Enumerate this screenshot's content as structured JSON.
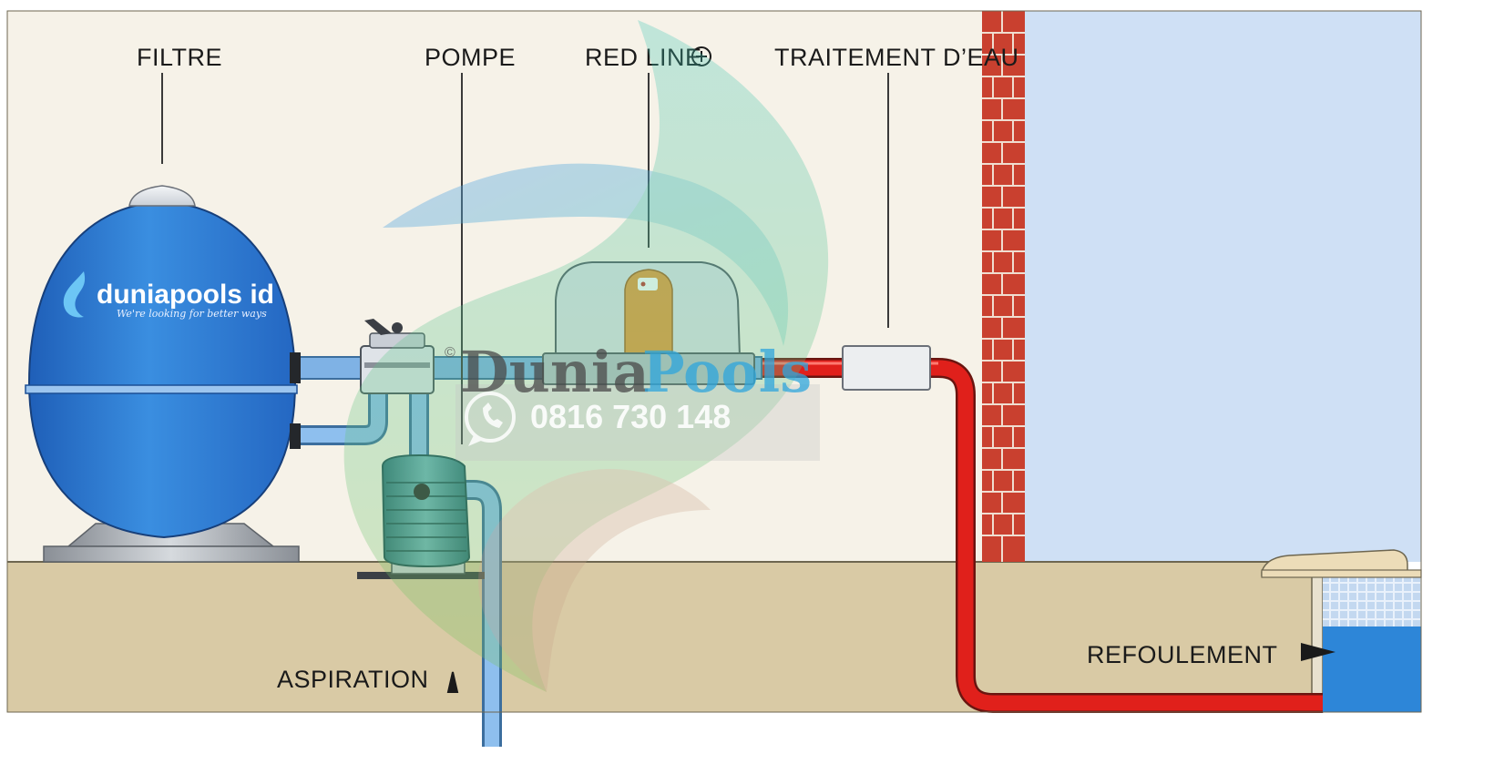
{
  "labels": {
    "filter": "FILTRE",
    "pump": "POMPE",
    "red_line": "RED LINE",
    "water_treatment": "TRAITEMENT D’EAU",
    "suction": "ASPIRATION",
    "discharge": "REFOULEMENT"
  },
  "logo": {
    "name": "duniapools id",
    "tagline": "We're looking for better ways"
  },
  "watermark": {
    "copyright": "©",
    "brand_part1": "Dunia",
    "brand_part2": "Pools",
    "phone": "0816 730 148"
  },
  "colors": {
    "wall": "#f6f2e8",
    "ground": "#d9caa5",
    "pool_water": "#cfe0f5",
    "brick": "#d84b3c",
    "filter_blue": "#2f7fd6",
    "suction_pipe": "#7fb2e5",
    "return_pipe": "#e0201b",
    "pump_teal": "#3f8f9a"
  },
  "icons": [
    "plus-circle-icon",
    "arrow-up-icon",
    "arrow-right-icon",
    "whatsapp-icon",
    "droplet-logo-icon"
  ]
}
